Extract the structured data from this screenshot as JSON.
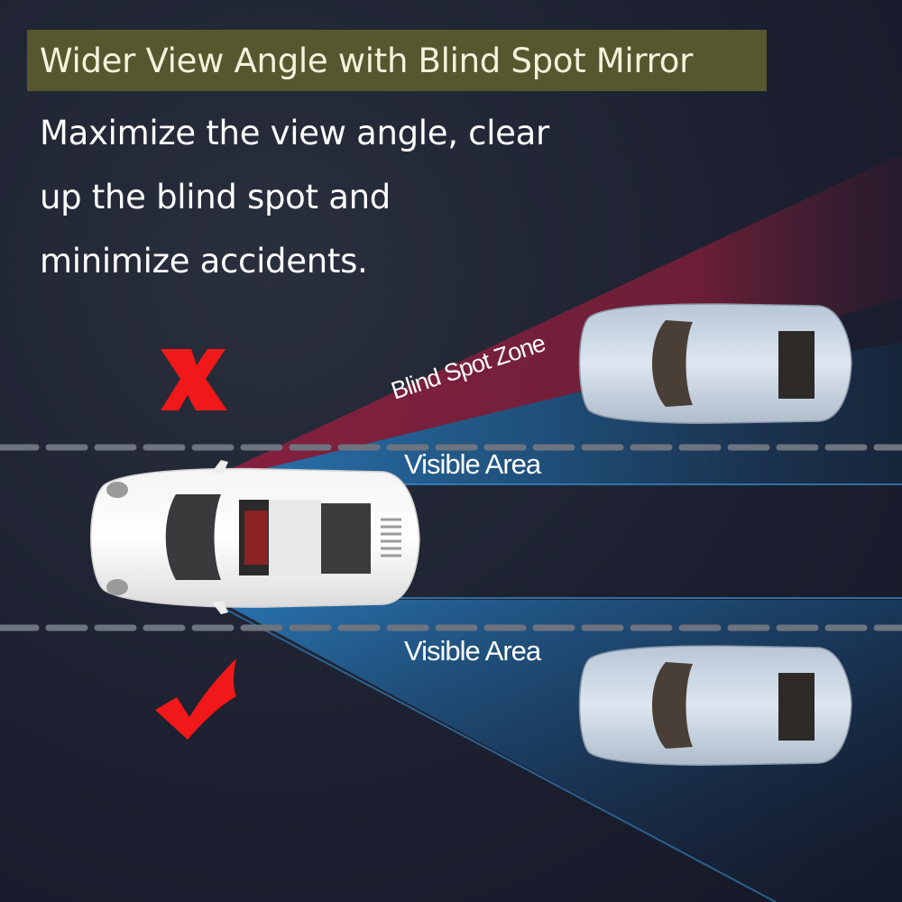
{
  "title": "Wider View Angle with Blind Spot Mirror",
  "subtitle_lines": [
    "Maximize the view angle, clear",
    "up the blind spot and",
    "minimize accidents."
  ],
  "labels": {
    "blind_spot_zone": "Blind Spot Zone",
    "visible_area_top": "Visible Area",
    "visible_area_bottom": "Visible Area"
  },
  "icons": {
    "wrong": "x-mark-icon",
    "right": "checkmark-icon"
  },
  "colors": {
    "banner": "#55582f",
    "blind_zone": "#7a1e38",
    "visible_zone": "#1e5a8c",
    "mark_red": "#f01818",
    "background": "#1c2030"
  }
}
